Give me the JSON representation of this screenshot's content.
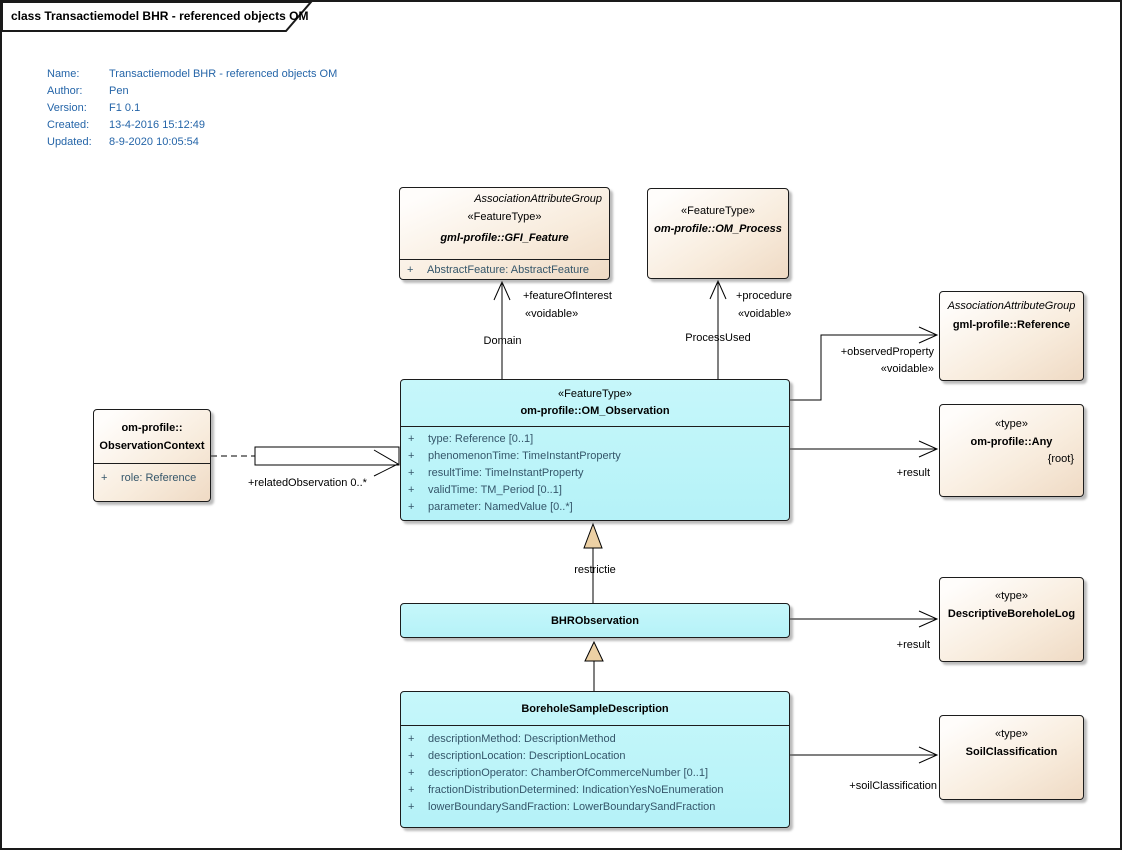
{
  "frame": {
    "title": "class Transactiemodel BHR - referenced objects OM"
  },
  "metadata": {
    "rows": [
      {
        "label": "Name:",
        "value": "Transactiemodel BHR - referenced objects OM"
      },
      {
        "label": "Author:",
        "value": "Pen"
      },
      {
        "label": "Version:",
        "value": "F1 0.1"
      },
      {
        "label": "Created:",
        "value": "13-4-2016 15:12:49"
      },
      {
        "label": "Updated:",
        "value": "8-9-2020 10:05:54"
      }
    ]
  },
  "classes": {
    "gfi_feature": {
      "headline_group": "AssociationAttributeGroup",
      "stereotype": "«FeatureType»",
      "name": "gml-profile::GFI_Feature",
      "attributes": [
        {
          "vis": "+",
          "text": "AbstractFeature: AbstractFeature"
        }
      ]
    },
    "om_process": {
      "stereotype": "«FeatureType»",
      "name": "om-profile::OM_Process"
    },
    "reference": {
      "headline_group": "AssociationAttributeGroup",
      "name": "gml-profile::Reference"
    },
    "any": {
      "stereotype": "«type»",
      "name": "om-profile::Any",
      "constraint": "{root}"
    },
    "om_observation": {
      "stereotype": "«FeatureType»",
      "name": "om-profile::OM_Observation",
      "attributes": [
        {
          "vis": "+",
          "text": "type: Reference [0..1]"
        },
        {
          "vis": "+",
          "text": "phenomenonTime: TimeInstantProperty"
        },
        {
          "vis": "+",
          "text": "resultTime: TimeInstantProperty"
        },
        {
          "vis": "+",
          "text": "validTime: TM_Period [0..1]"
        },
        {
          "vis": "+",
          "text": "parameter: NamedValue [0..*]"
        }
      ]
    },
    "observation_context": {
      "name_line1": "om-profile::",
      "name_line2": "ObservationContext",
      "attributes": [
        {
          "vis": "+",
          "text": "role: Reference"
        }
      ]
    },
    "bhr_observation": {
      "name": "BHRObservation"
    },
    "borehole_sample_description": {
      "name": "BoreholeSampleDescription",
      "attributes": [
        {
          "vis": "+",
          "text": "descriptionMethod: DescriptionMethod"
        },
        {
          "vis": "+",
          "text": "descriptionLocation: DescriptionLocation"
        },
        {
          "vis": "+",
          "text": "descriptionOperator: ChamberOfCommerceNumber [0..1]"
        },
        {
          "vis": "+",
          "text": "fractionDistributionDetermined: IndicationYesNoEnumeration"
        },
        {
          "vis": "+",
          "text": "lowerBoundarySandFraction: LowerBoundarySandFraction"
        }
      ]
    },
    "descriptive_borehole_log": {
      "stereotype": "«type»",
      "name": "DescriptiveBoreholeLog"
    },
    "soil_classification": {
      "stereotype": "«type»",
      "name": "SoilClassification"
    }
  },
  "connectors": {
    "feature_of_interest": {
      "role": "+featureOfInterest",
      "stereotype": "«voidable»",
      "name": "Domain"
    },
    "procedure": {
      "role": "+procedure",
      "stereotype": "«voidable»",
      "name": "ProcessUsed"
    },
    "observed_property": {
      "role": "+observedProperty",
      "stereotype": "«voidable»"
    },
    "result_any": {
      "role": "+result"
    },
    "related_observation": {
      "role": "+relatedObservation 0..*"
    },
    "restriction": {
      "label": "restrictie"
    },
    "result_log": {
      "role": "+result"
    },
    "soil_classification": {
      "role": "+soilClassification"
    }
  },
  "colors": {
    "class_fill_cyan": "#bdf4f9",
    "class_fill_beige": "#f2dfc9",
    "metadata_text": "#2565a8",
    "attribute_text": "#35566a",
    "generalization_fill": "#ecd0a4",
    "line": "#000000"
  }
}
